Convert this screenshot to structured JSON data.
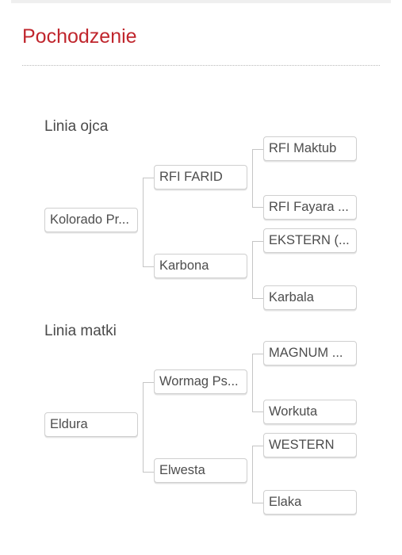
{
  "section": {
    "title": "Pochodzenie"
  },
  "sire_line": {
    "title": "Linia ojca",
    "horse": "Kolorado Pr...",
    "sire": "RFI FARID",
    "sire_sire": "RFI Maktub",
    "sire_dam": "RFI Fayara ...",
    "dam": "Karbona",
    "dam_sire": "EKSTERN (...",
    "dam_dam": "Karbala"
  },
  "dam_line": {
    "title": "Linia matki",
    "horse": "Eldura",
    "sire": "Wormag Ps...",
    "sire_sire": "MAGNUM ...",
    "sire_dam": "Workuta",
    "dam": "Elwesta",
    "dam_sire": "WESTERN",
    "dam_dam": "Elaka"
  },
  "colors": {
    "accent": "#c0262d",
    "text": "#4a4a4a",
    "node_border": "#cfcfcf",
    "connector": "#c5c5c5"
  }
}
